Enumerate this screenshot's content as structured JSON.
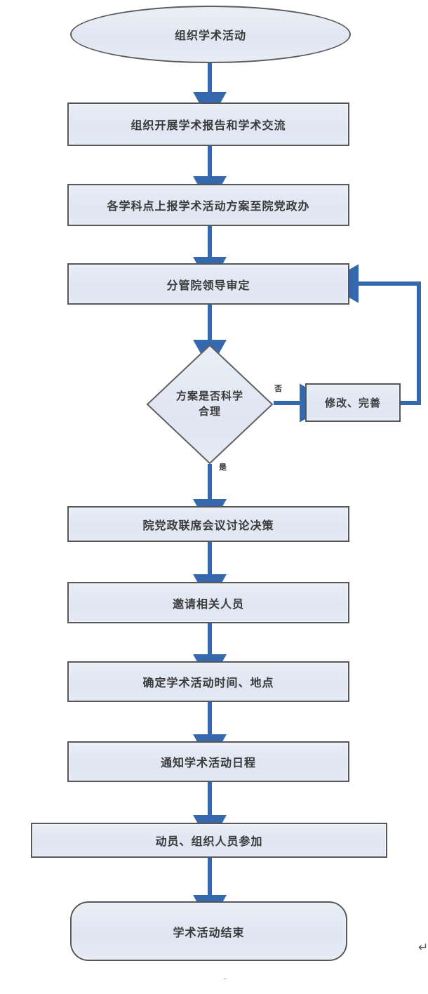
{
  "diagram": {
    "type": "flowchart",
    "title_text": "组织学术活动",
    "language": "zh-CN",
    "orientation": "top-to-bottom",
    "colors": {
      "node_fill": "#e2e8f3",
      "node_border": "#575757",
      "arrow": "#3568ad",
      "text": "#3a3a3a",
      "background": "#ffffff"
    },
    "nodes": [
      {
        "id": "start",
        "shape": "ellipse",
        "label": "组织学术活动"
      },
      {
        "id": "n1",
        "shape": "process",
        "label": "组织开展学术报告和学术交流"
      },
      {
        "id": "n2",
        "shape": "process",
        "label": "各学科点上报学术活动方案至院党政办"
      },
      {
        "id": "n3",
        "shape": "process",
        "label": "分管院领导审定"
      },
      {
        "id": "decision",
        "shape": "diamond",
        "label_line1": "方案是否科学",
        "label_line2": "合理",
        "label": "方案是否科学合理"
      },
      {
        "id": "revise",
        "shape": "process",
        "label": "修改、完善"
      },
      {
        "id": "n4",
        "shape": "process",
        "label": "院党政联席会议讨论决策"
      },
      {
        "id": "n5",
        "shape": "process",
        "label": "邀请相关人员"
      },
      {
        "id": "n6",
        "shape": "process",
        "label": "确定学术活动时间、地点"
      },
      {
        "id": "n7",
        "shape": "process",
        "label": "通知学术活动日程"
      },
      {
        "id": "n8",
        "shape": "process",
        "label": "动员、组织人员参加"
      },
      {
        "id": "end",
        "shape": "rounded-terminator",
        "label": "学术活动结束"
      }
    ],
    "edges": [
      {
        "from": "start",
        "to": "n1",
        "label": ""
      },
      {
        "from": "n1",
        "to": "n2",
        "label": ""
      },
      {
        "from": "n2",
        "to": "n3",
        "label": ""
      },
      {
        "from": "n3",
        "to": "decision",
        "label": ""
      },
      {
        "from": "decision",
        "to": "revise",
        "label": "否"
      },
      {
        "from": "revise",
        "to": "n3",
        "label": ""
      },
      {
        "from": "decision",
        "to": "n4",
        "label": "是"
      },
      {
        "from": "n4",
        "to": "n5",
        "label": ""
      },
      {
        "from": "n5",
        "to": "n6",
        "label": ""
      },
      {
        "from": "n6",
        "to": "n7",
        "label": ""
      },
      {
        "from": "n7",
        "to": "n8",
        "label": ""
      },
      {
        "from": "n8",
        "to": "end",
        "label": ""
      }
    ],
    "edge_labels": {
      "no": "否",
      "yes": "是"
    },
    "marks": {
      "paragraph_return": "↵",
      "bottom_artifact": "⌁"
    }
  }
}
